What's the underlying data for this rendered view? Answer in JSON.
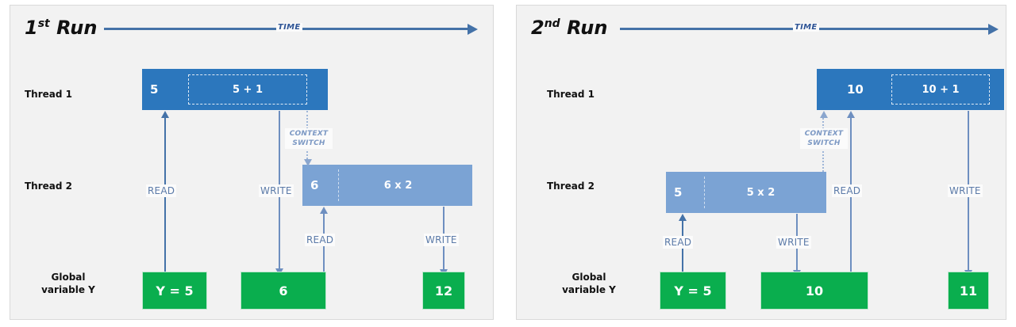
{
  "panels": [
    {
      "id": "run1",
      "title_main": "Run",
      "title_num": "1",
      "title_ord": "st",
      "time_label": "TIME",
      "rows": {
        "thread1": "Thread 1",
        "thread2": "Thread 2",
        "global": "Global\nvariable Y"
      },
      "thread1_block": {
        "value": "5",
        "expr": "5 + 1"
      },
      "thread2_block": {
        "value": "6",
        "expr": "6 x 2"
      },
      "context_switch": "CONTEXT\nSWITCH",
      "global_boxes": [
        {
          "label": "Y = 5"
        },
        {
          "label": "6"
        },
        {
          "label": "12"
        }
      ],
      "operations": [
        {
          "label": "READ",
          "direction": "up"
        },
        {
          "label": "WRITE",
          "direction": "down"
        },
        {
          "label": "READ",
          "direction": "up"
        },
        {
          "label": "WRITE",
          "direction": "down"
        }
      ]
    },
    {
      "id": "run2",
      "title_main": "Run",
      "title_num": "2",
      "title_ord": "nd",
      "time_label": "TIME",
      "rows": {
        "thread1": "Thread 1",
        "thread2": "Thread 2",
        "global": "Global\nvariable Y"
      },
      "thread1_block": {
        "value": "10",
        "expr": "10 + 1"
      },
      "thread2_block": {
        "value": "5",
        "expr": "5 x 2"
      },
      "context_switch": "CONTEXT\nSWITCH",
      "global_boxes": [
        {
          "label": "Y = 5"
        },
        {
          "label": "10"
        },
        {
          "label": "11"
        }
      ],
      "operations": [
        {
          "label": "READ",
          "direction": "up"
        },
        {
          "label": "WRITE",
          "direction": "down"
        },
        {
          "label": "READ",
          "direction": "up"
        },
        {
          "label": "WRITE",
          "direction": "down"
        }
      ]
    }
  ],
  "colors": {
    "thread1_fill": "#2c77bd",
    "thread2_fill": "#7ba3d4",
    "global_fill": "#0aae4e",
    "arrow": "#6e8fc0",
    "time_axis": "#4472a8",
    "panel_bg": "#f2f2f2"
  }
}
